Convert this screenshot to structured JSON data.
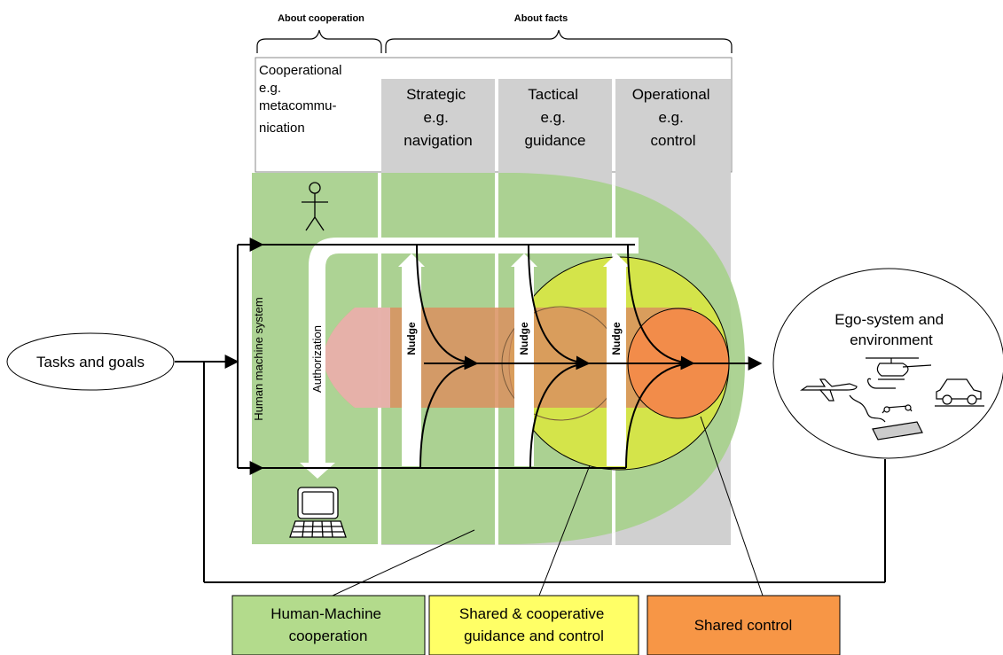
{
  "brackets": {
    "cooperation": "About cooperation",
    "facts": "About facts"
  },
  "columns": [
    {
      "lines": [
        "Cooperational",
        "e.g.",
        "metacommu-",
        "nication"
      ]
    },
    {
      "lines": [
        "Strategic",
        "e.g.",
        "navigation"
      ]
    },
    {
      "lines": [
        "Tactical",
        "e.g.",
        "guidance"
      ]
    },
    {
      "lines": [
        "Operational",
        "e.g.",
        "control"
      ]
    }
  ],
  "input_label": "Tasks and goals",
  "output_label": [
    "Ego-system and",
    "environment"
  ],
  "system_label": "Human machine system",
  "authorization_label": "Authorization",
  "nudge_label": "Nudge",
  "legend": [
    {
      "lines": [
        "Human-Machine",
        "cooperation"
      ],
      "color": "#b3db8c"
    },
    {
      "lines": [
        "Shared & cooperative",
        "guidance and control"
      ],
      "color": "#ffff66"
    },
    {
      "lines": [
        "Shared control"
      ],
      "color": "#f79646"
    }
  ],
  "colors": {
    "green_region": "#a9d18e",
    "column_gray": "#d0d0d0",
    "yellow_region": "#d4e44a",
    "orange_band": "#d9915f",
    "orange_circle": "#f28c4a",
    "pink_tip": "#e8b4b0"
  },
  "icons": [
    "person-icon",
    "computer-icon",
    "airplane-icon",
    "helicopter-icon",
    "car-icon",
    "ship-icon"
  ]
}
